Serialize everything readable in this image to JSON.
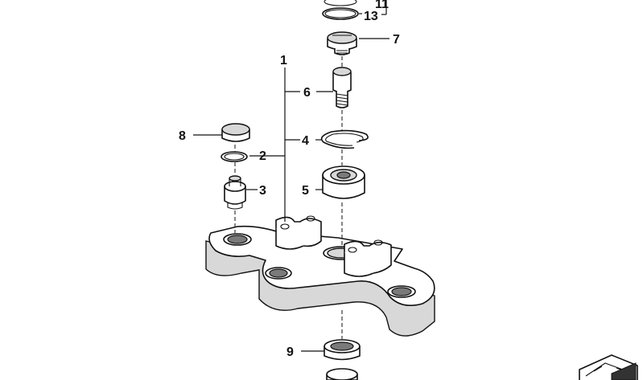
{
  "callouts": [
    "11",
    "13",
    "7",
    "1",
    "6",
    "8",
    "4",
    "2",
    "5",
    "3",
    "9"
  ],
  "colors": {
    "ink": "#111111",
    "paper": "#ffffff",
    "shade": "#d8d8d8"
  },
  "icons": {
    "corner": "diagram-reference-icon"
  }
}
